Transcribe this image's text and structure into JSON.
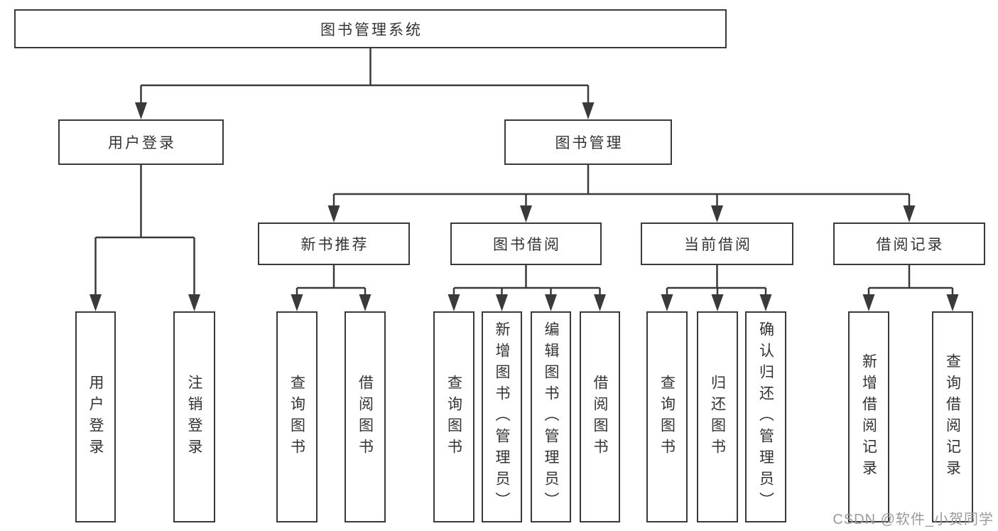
{
  "diagram": {
    "root_label": "图书管理系统",
    "branches": [
      {
        "label": "用户登录",
        "children": [
          "用户登录",
          "注销登录"
        ]
      },
      {
        "label": "图书管理",
        "groups": [
          {
            "label": "新书推荐",
            "children": [
              "查询图书",
              "借阅图书"
            ]
          },
          {
            "label": "图书借阅",
            "children": [
              "查询图书",
              "新增图书（管理员）",
              "编辑图书（管理员）",
              "借阅图书"
            ]
          },
          {
            "label": "当前借阅",
            "children": [
              "查询图书",
              "归还图书",
              "确认归还（管理员）"
            ]
          },
          {
            "label": "借阅记录",
            "children": [
              "新增借阅记录",
              "查询借阅记录"
            ]
          }
        ]
      }
    ]
  },
  "watermark": {
    "text": "CSDN @软件_小贺同学"
  },
  "colors": {
    "line": "#3a3a3a",
    "box_border": "#3a3a3a",
    "box_fill": "#ffffff",
    "text": "#333333",
    "watermark_text": "#9b9b9b"
  }
}
